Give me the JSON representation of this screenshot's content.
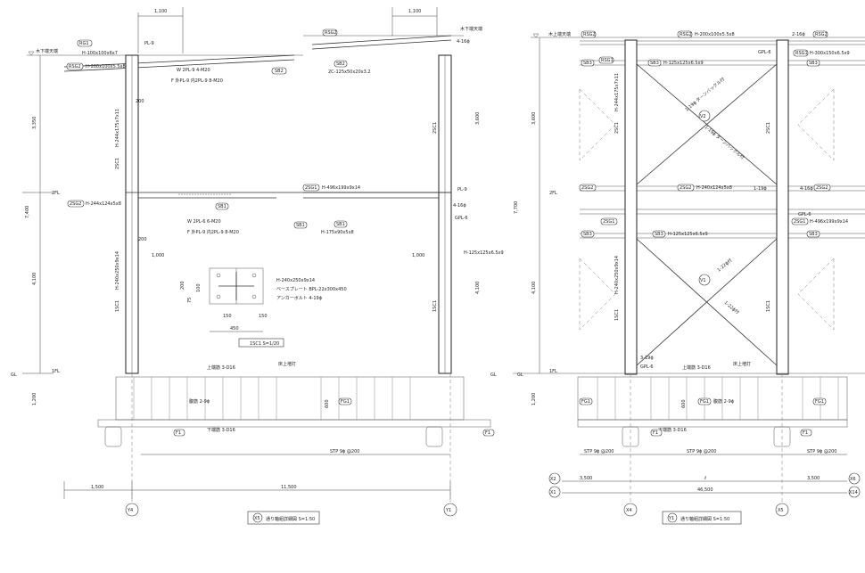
{
  "left_elevation": {
    "top_dims": [
      "1,100",
      "1,100"
    ],
    "roof_label": "木下端天端",
    "purlin_tag": "RG1",
    "roof_beam_tag": "RSG2",
    "roof_beam_spec": "H-200x100x5.5x8",
    "purlin_spec": "H-100x100x6x7",
    "plate_pl9": "PL-9",
    "web_conn": "W 2PL-9 4-M20",
    "flange_conn": "F 外PL-9 内2PL-9 8-M20",
    "sb2": "SB2",
    "brace_sb2_right": "SB2",
    "brace_sb2_spec": "2C-125x50x20x3.2",
    "col_tag_upper": "2SC1",
    "col_spec_upper": "H-244x175x7x11",
    "col_tag_lower": "1SC1",
    "col_spec_lower": "H-240x250x9x14",
    "height_upper": "3,350",
    "height_upper_right": "3,600",
    "height_total": "7,400",
    "height_lower": "4,100",
    "height_base": "1,200",
    "level_2fl": "2FL",
    "level_1fl": "1FL",
    "level_gl": "GL",
    "beam2_tag": "2SG2",
    "beam2_spec": "H-244x124x5x8",
    "beam2_right_tag": "2SG1",
    "beam2_right_spec": "H-496x199x9x14",
    "sb1": "SB1",
    "sb1_spec": "H-175x90x5x8",
    "web_conn2": "W 2PL-6 6-M20",
    "flange_conn2": "F 外PL-9 内2PL-9 8-M20",
    "dim_200": "200",
    "dim_1000": "1,000",
    "gpl6": "GPL-6",
    "bolt_4_16": "4-16ϕ",
    "angle_spec": "H-125x125x6.5x9",
    "base_spec": [
      "H-240x250x9x14",
      "ベースプレート BPL-22x300x450",
      "アンカーボルト 4-19ϕ"
    ],
    "base_dims": [
      "200",
      "75",
      "100",
      "150",
      "150",
      "450"
    ],
    "base_tag": "1SC1 S=1/20",
    "ground_top_rebar": "上端筋 3-D16",
    "ground_bottom_rebar": "下端筋 3-D16",
    "hoop": "腹筋 2-9ϕ",
    "stirrup": "STP 9ϕ @200",
    "fg1": "FG1",
    "f1": "F1",
    "dim_600": "600",
    "topping": "床上増打",
    "bottom_dims": [
      "1,500",
      "11,500"
    ],
    "grid_left": "Y4",
    "grid_right": "Y1",
    "title_num": "X5",
    "title_text": "通り軸組詳細図 S=1:50"
  },
  "right_elevation": {
    "roof_label": "木上端天端",
    "rsg2": "RSG2",
    "rsg2_spec": "H-200x100x5.5x8",
    "bolt_2_16": "2-16ϕ",
    "rsg1": "RSG1",
    "rsg1_spec": "H-300x150x6.5x9",
    "sb3": "SB3",
    "sb3_spec": "H-125x125x6.5x9",
    "gpl6": "GPL-6",
    "v2": "V2",
    "brace_upper_1": "1-19ϕ ターンバックル付",
    "brace_upper_2": "1-19ϕ ターンバックル付",
    "brace_lower_1": "1-22ϕ付",
    "brace_lower_2": "1-22ϕ付",
    "v1": "V1",
    "height_upper": "3,600",
    "height_total": "7,700",
    "height_lower": "4,100",
    "height_base": "1,200",
    "level_2fl": "2FL",
    "level_1fl": "1FL",
    "level_gl": "GL",
    "sg2": "2SG2",
    "sg2_spec": "H-240x124x5x8",
    "bolt_1_19": "1-19ϕ",
    "bolt_4_16": "4-16ϕ",
    "sg1": "2SG1",
    "sg1_spec": "H-496x199x9x14",
    "col_tag_upper": "2SC1",
    "col_spec_upper": "H-244x175x7x11",
    "col_tag_lower": "1SC1",
    "col_spec_lower": "H-240x250x9x14",
    "bolt_3_19": "3-19ϕ",
    "fg1": "FG1",
    "f1": "F1",
    "hoop": "腹筋 2-9ϕ",
    "top_rebar": "上端筋 3-D16",
    "bottom_rebar": "下端筋 3-D16",
    "topping": "床上増打",
    "stirrup": "STP 9ϕ @200",
    "dim_600": "600",
    "dim_left": "3,500",
    "dim_mid": "ℓ",
    "dim_right": "3,500",
    "dim_total": "46,500",
    "grid_x2": "X2",
    "grid_x1": "X1",
    "grid_x6": "X6",
    "grid_x14": "X14",
    "grid_x4": "X4",
    "grid_x5": "X5",
    "title_num": "Y1",
    "title_text": "通り軸組詳細図 S=1:50"
  },
  "colors": {
    "line": "#333333",
    "hatch": "#888888",
    "background": "#ffffff"
  }
}
